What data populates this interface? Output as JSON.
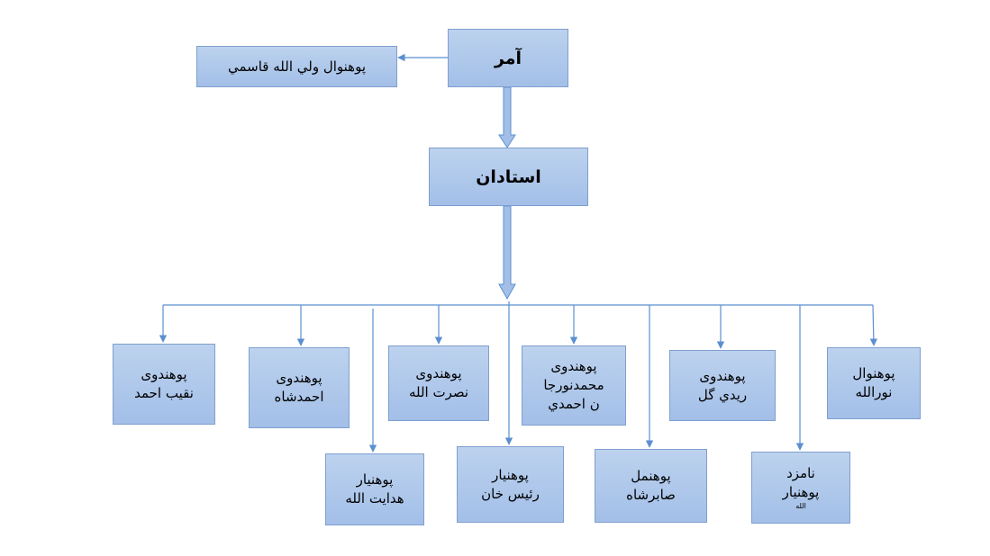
{
  "diagram": {
    "head": {
      "title": "آمر"
    },
    "advisor": {
      "name": "پوهنوال ولي الله قاسمي"
    },
    "middle": {
      "title": "استادان"
    },
    "members": [
      {
        "lines": [
          "پوهنوال",
          "نورالله"
        ]
      },
      {
        "lines": [
          "پوهندوی",
          "ريدي گل"
        ]
      },
      {
        "lines": [
          "پوهندوی",
          "محمدنورجا",
          "ن احمدي"
        ]
      },
      {
        "lines": [
          "پوهندوی",
          "نصرت الله"
        ]
      },
      {
        "lines": [
          "پوهندوی",
          "احمدشاه"
        ]
      },
      {
        "lines": [
          "پوهندوی",
          "نقيب احمد"
        ]
      },
      {
        "lines": [
          "نامزد",
          "پوهنيار",
          "الله"
        ]
      },
      {
        "lines": [
          "پوهنمل",
          "صابرشاه"
        ]
      },
      {
        "lines": [
          "پوهنيار",
          "رئيس خان"
        ]
      },
      {
        "lines": [
          "پوهنيار",
          "هدايت الله"
        ]
      }
    ],
    "colors": {
      "box_fill": "#a9c4ea",
      "box_border": "#7f9fcf",
      "connector": "#5b8fd0"
    }
  }
}
